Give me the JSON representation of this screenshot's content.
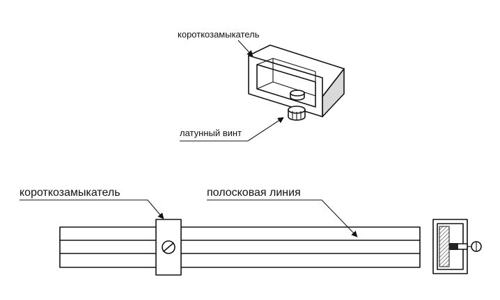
{
  "labels": {
    "top_short_circuit": "короткозамыкатель",
    "brass_screw": "латунный винт",
    "bottom_short_circuit": "короткозамыкатель",
    "stripline": "полосковая линия"
  },
  "colors": {
    "ink": "#111111",
    "paper": "#ffffff",
    "hatch": "#555555"
  }
}
